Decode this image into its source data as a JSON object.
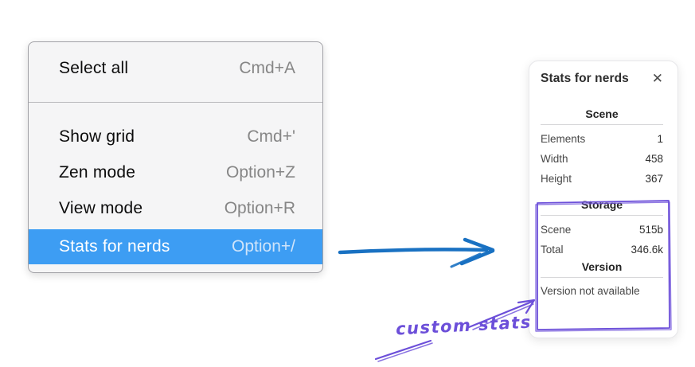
{
  "colors": {
    "menu_highlight": "#3d9df3",
    "flow_arrow_blue": "#1971c2",
    "annotation_purple": "#6c4fd9"
  },
  "context_menu": {
    "items": [
      {
        "label": "Select all",
        "shortcut": "Cmd+A",
        "highlighted": false
      },
      {
        "label": "Show grid",
        "shortcut": "Cmd+'",
        "highlighted": false
      },
      {
        "label": "Zen mode",
        "shortcut": "Option+Z",
        "highlighted": false
      },
      {
        "label": "View mode",
        "shortcut": "Option+R",
        "highlighted": false
      },
      {
        "label": "Stats for nerds",
        "shortcut": "Option+/",
        "highlighted": true
      }
    ]
  },
  "stats_panel": {
    "title": "Stats for nerds",
    "close_icon_glyph": "✕",
    "sections": [
      {
        "header": "Scene",
        "rows": [
          {
            "label": "Elements",
            "value": "1"
          },
          {
            "label": "Width",
            "value": "458"
          },
          {
            "label": "Height",
            "value": "367"
          }
        ]
      },
      {
        "header": "Storage",
        "rows": [
          {
            "label": "Scene",
            "value": "515b"
          },
          {
            "label": "Total",
            "value": "346.6k"
          }
        ]
      },
      {
        "header": "Version",
        "note": "Version not available"
      }
    ]
  },
  "annotation": {
    "label": "custom stats"
  }
}
